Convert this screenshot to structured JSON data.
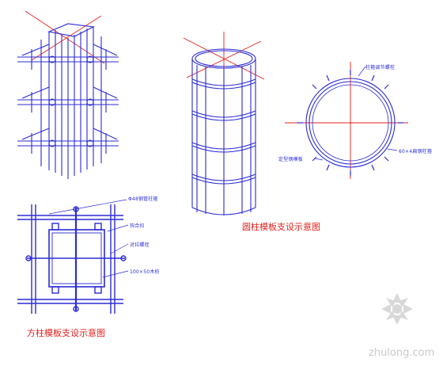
{
  "captions": {
    "square_column": "方柱模板支设示意图",
    "round_column": "圆柱模板支设示意图"
  },
  "labels": {
    "steel_pipe_hoop": "Φ48钢管柱箍",
    "fastener": "钩合扣",
    "tie_bolt": "对拉螺栓",
    "timber_back": "100×50木枋",
    "hoop_tensioner": "柱箍调节螺栓",
    "shaped_steel_form": "定型钢模板",
    "flat_steel_hoop": "60×4扁钢柱箍"
  },
  "watermark": "zhulong.com",
  "colors": {
    "line_blue": "#2b2bd6",
    "axis_red": "#e2201c",
    "watermark_gray": "#c9c9c9"
  }
}
